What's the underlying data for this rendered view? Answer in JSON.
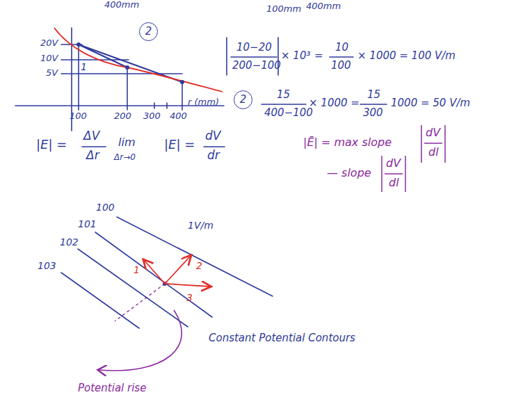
{
  "diagram": {
    "nodes": [
      {
        "text": [
          "2"
        ]
      },
      {
        "text": [
          "2"
        ]
      }
    ],
    "labels": [
      "400mm",
      "100mm",
      "400mm",
      "20V",
      "10V",
      "5V",
      "100",
      "200",
      "300",
      "400",
      "r (mm)",
      "1",
      "10−20",
      "200−100",
      "× 10³",
      "=",
      "10",
      "100",
      "× 1000 = 100 V/m",
      "15",
      "400−100",
      "× 1000 =",
      "15",
      "300",
      "1000 = 50 V/m",
      "|E| =",
      "ΔV",
      "Δr",
      "lim",
      "Δr→0",
      "|E| =",
      "dV",
      "dr",
      "|Ē| = max slope",
      "dV",
      "dl",
      "— slope",
      "dV",
      "dl",
      "103",
      "102",
      "101",
      "100",
      "1V/m",
      "1",
      "2",
      "3",
      "Constant Potential Contours",
      "Potential rise"
    ]
  }
}
